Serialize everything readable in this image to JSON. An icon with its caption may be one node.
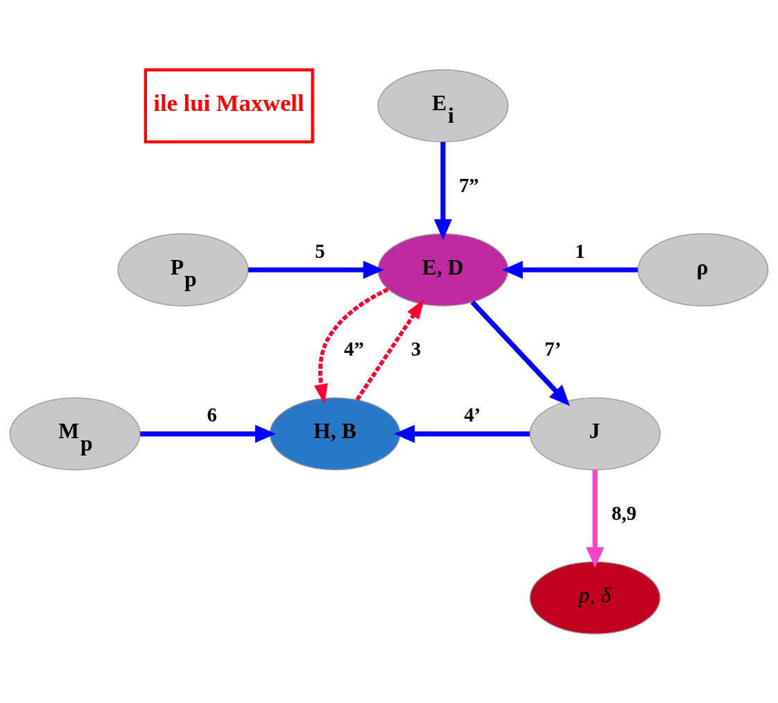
{
  "diagram": {
    "nodes": [
      {
        "text": [
          "ile lui Maxwell"
        ]
      },
      {
        "text": [
          "E$_{i}$"
        ]
      },
      {
        "text": [
          "E, D"
        ]
      },
      {
        "text": [
          "P$_{p}$"
        ]
      },
      {
        "text": [
          "ρ"
        ]
      },
      {
        "text": [
          "H, B"
        ]
      },
      {
        "text": [
          "M$_{p}$"
        ]
      },
      {
        "text": [
          "J"
        ]
      },
      {
        "text": [
          "p, δ"
        ]
      }
    ],
    "edges": [
      {
        "from": 1,
        "to": 2,
        "arrow": "to",
        "label": "7”"
      },
      {
        "from": 3,
        "to": 2,
        "arrow": "to",
        "label": "5"
      },
      {
        "from": 4,
        "to": 2,
        "arrow": "to",
        "label": "1"
      },
      {
        "from": 2,
        "to": 7,
        "arrow": "to",
        "label": "7’"
      },
      {
        "from": 5,
        "to": 2,
        "arrow": "to",
        "label": "3",
        "style": "dashed",
        "color": "#ff0033"
      },
      {
        "from": 2,
        "to": 5,
        "arrow": "to",
        "label": "4”",
        "style": "dashed",
        "color": "#ff0033"
      },
      {
        "from": 6,
        "to": 5,
        "arrow": "to",
        "label": "6"
      },
      {
        "from": 7,
        "to": 5,
        "arrow": "to",
        "label": "4’"
      },
      {
        "from": 7,
        "to": 8,
        "arrow": "to",
        "label": "8,9",
        "color": "#ff44cc"
      }
    ]
  }
}
